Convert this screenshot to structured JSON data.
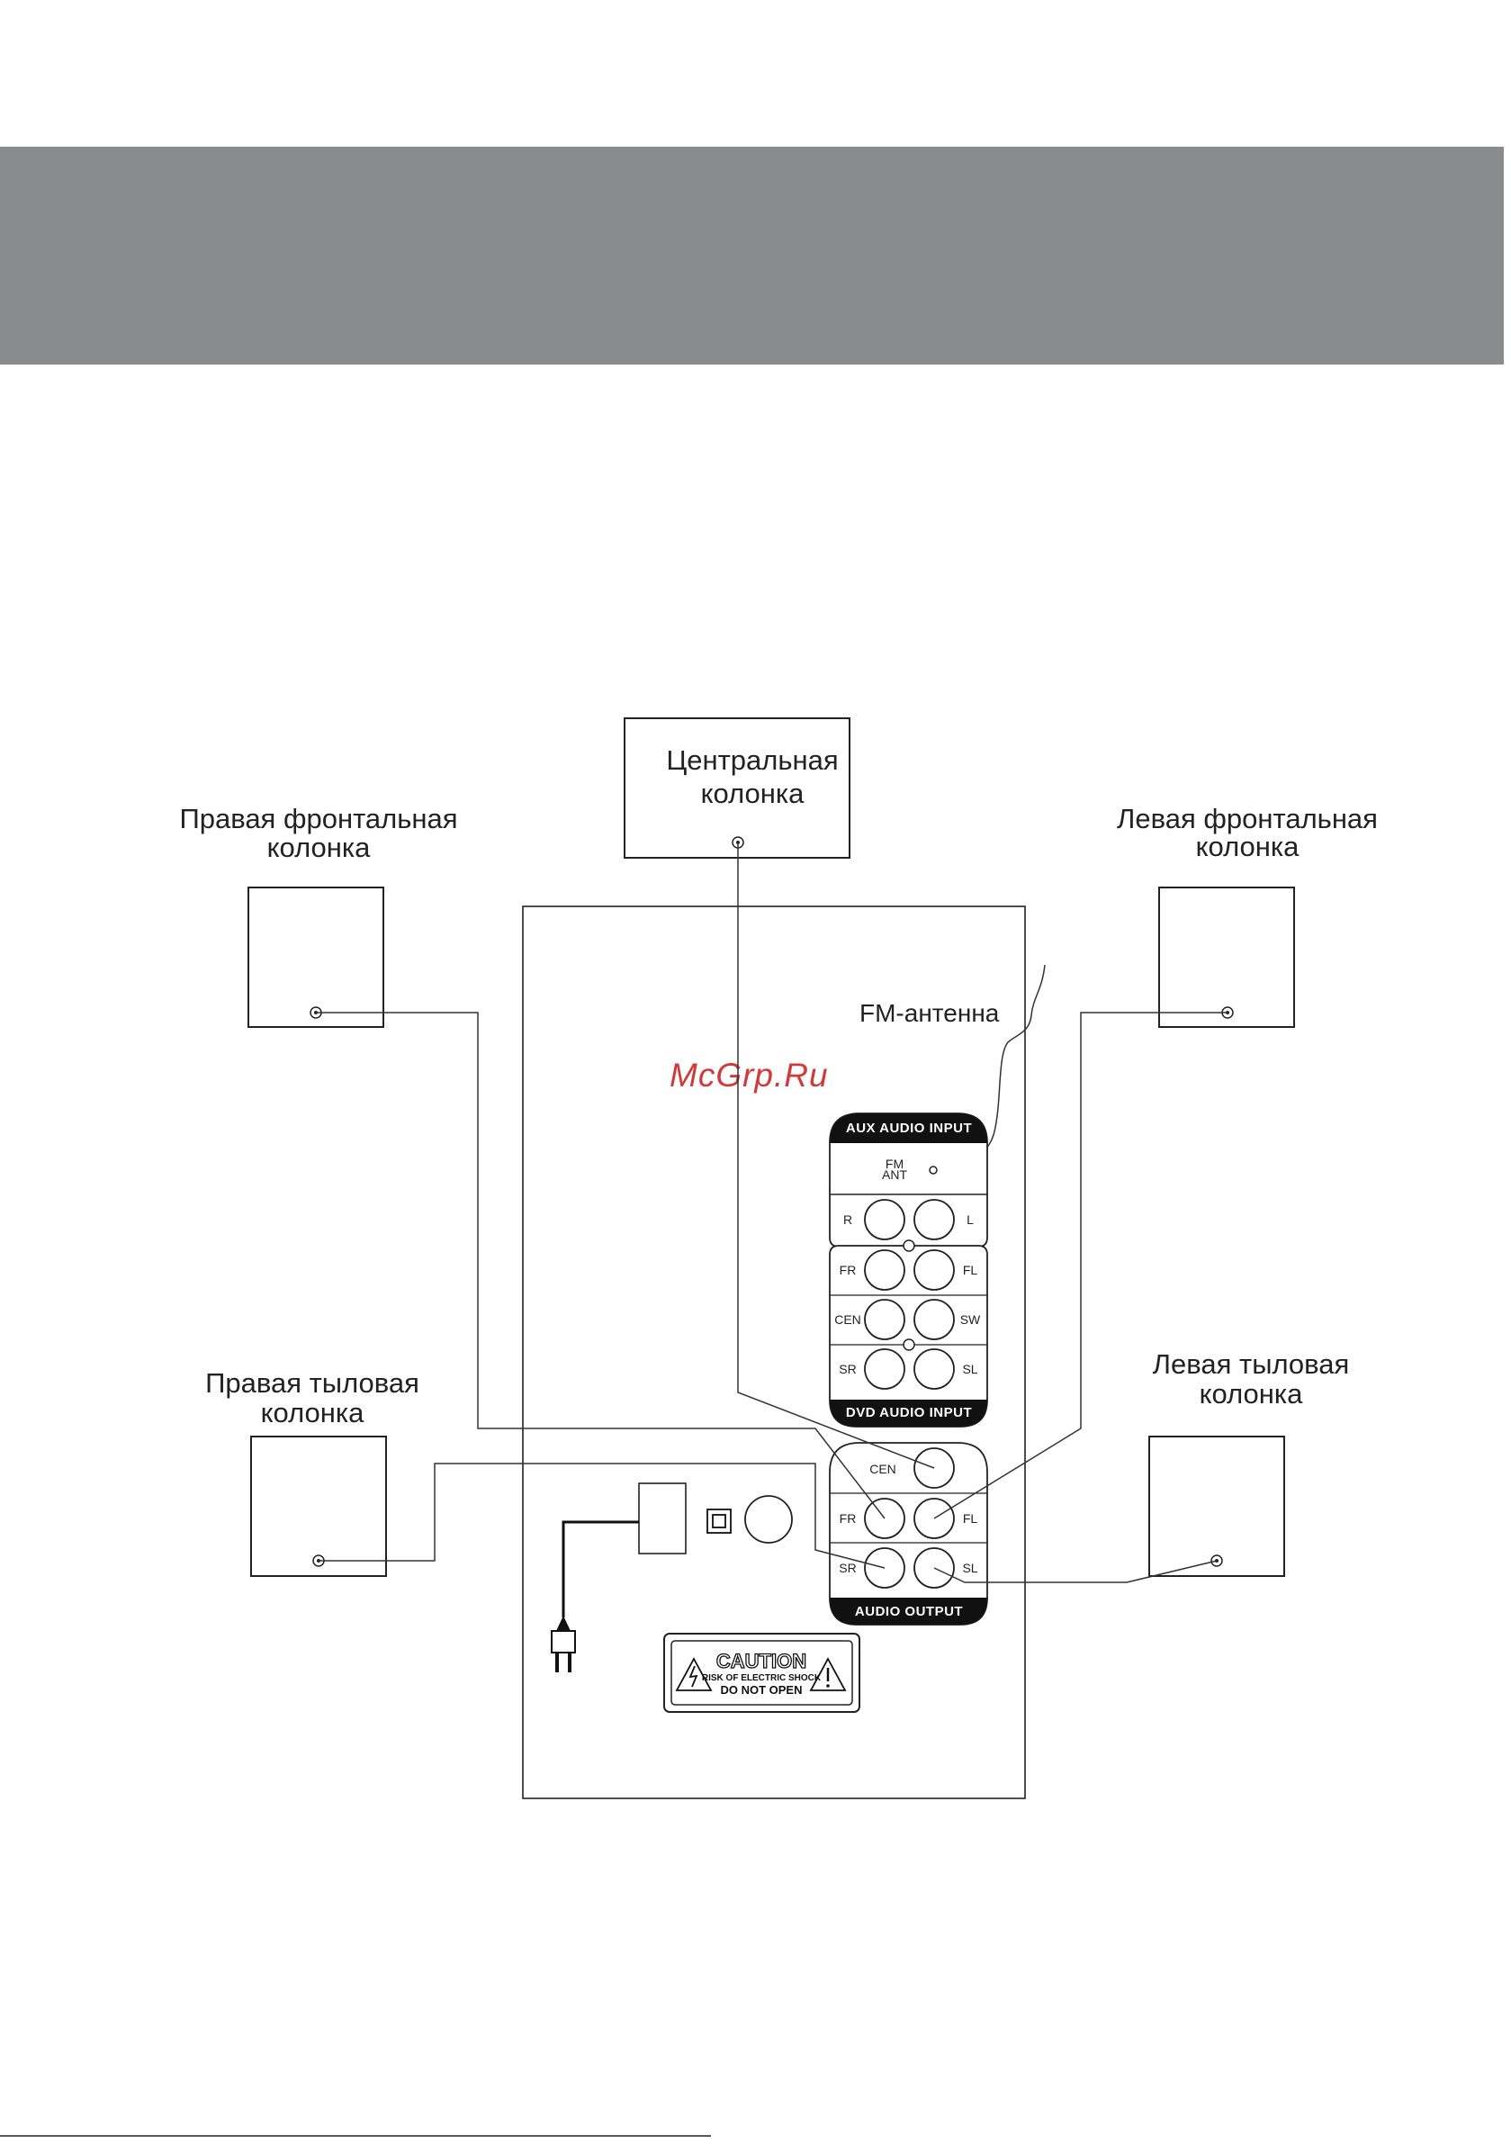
{
  "speakers": {
    "center": [
      "Центральная",
      "колонка"
    ],
    "front_right": [
      "Правая фронтальная",
      "колонка"
    ],
    "front_left": [
      "Левая фронтальная",
      "колонка"
    ],
    "rear_right": [
      "Правая тыловая",
      "колонка"
    ],
    "rear_left": [
      "Левая тыловая",
      "колонка"
    ]
  },
  "antenna_label": "FM-антенна",
  "watermark": "McGrp.Ru",
  "aux_panel": {
    "title": "AUX AUDIO INPUT",
    "fm_ant": [
      "FM",
      "ANT"
    ],
    "jacks": [
      "R",
      "L"
    ]
  },
  "dvd_panel": {
    "title": "DVD AUDIO INPUT",
    "jacks": [
      "FR",
      "FL",
      "CEN",
      "SW",
      "SR",
      "SL"
    ]
  },
  "output_panel": {
    "title": "AUDIO OUTPUT",
    "jacks": [
      "CEN",
      "FR",
      "FL",
      "SR",
      "SL"
    ]
  },
  "caution": {
    "title": "CAUTION",
    "line1": "RISK OF ELECTRIC SHOCK",
    "line2": "DO  NOT  OPEN"
  }
}
